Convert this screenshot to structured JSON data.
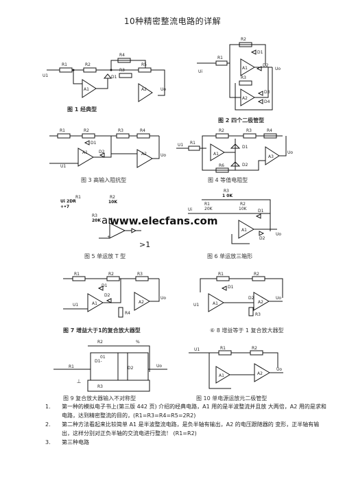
{
  "title": "10种精密整流电路的详解",
  "watermark": "www.elecfans.com",
  "watermark_prefix": "ar",
  "fig5_note": ">1",
  "captions": {
    "fig1": "图 1 经典型",
    "fig2": "图 2 四个二极管型",
    "fig3": "图 3 高输入阻抗型",
    "fig4": "图 4 等值电阻型",
    "fig5": "图 5 单运放 T 型",
    "fig6": "图 6 单运放三箱形",
    "fig7": "图 7 增益大于1的复合放大器型",
    "fig8": "⑥ 8 增益等于 1 复合放大器型",
    "fig9": "图 9 复合放大器输入不对称型",
    "fig10": "图 10 单电源运放元二极管型"
  },
  "labels": {
    "r1": "R1",
    "r2": "R2",
    "r3": "R3",
    "r4": "R4",
    "r5": "R5",
    "r6": "R6",
    "a1": "A1",
    "a2": "A2",
    "d1": "D1",
    "d2": "D2",
    "d3": "D3",
    "d4": "D4",
    "ui": "Ui",
    "uo": "Uo",
    "u1": "U1",
    "fig5_ui": "Ui 2DR",
    "fig5_plus": "+•7",
    "fig5_r2val": "10K",
    "fig5_r3val": "20K",
    "fig6_r3val": "1 0K",
    "fig6_r1val": "20K",
    "fig6_r2val": "10K",
    "fig9_d1": "D1-",
    "fig9_top": "%",
    "fig9_ground": "丄"
  },
  "list": [
    {
      "num": "1.",
      "text": "第一种的模拟电子书上(第三版 442 页) 介绍的经典电路，A1 用的是半波整流并且放 大两倍，A2 用的是求和电路，达到精密整流的目的，(R1=R3=R4=R5=2R2)"
    },
    {
      "num": "2.",
      "text": "第二种方法看起来比较简单 A1 是半波整流电路，是负半轴有输出，A2 的电压跟随器的 变形，正半轴有输出，这样分别对正负半轴的交流电进行整流！ (R1=R2)"
    },
    {
      "num": "3.",
      "text": "第三种电路"
    }
  ]
}
